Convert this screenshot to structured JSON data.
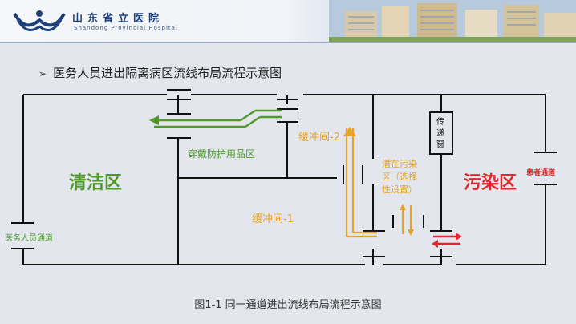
{
  "header": {
    "hospital_name": "山东省立医院",
    "hospital_name_en": "Shandong Provincial Hospital"
  },
  "slide": {
    "title": "医务人员进出隔离病区流线布局流程示意图",
    "caption": "图1-1 同一通道进出流线布局流程示意图"
  },
  "diagram": {
    "clean_zone": "清洁区",
    "ppe_area": "穿戴防护用品区",
    "buffer_1": "缓冲间-1",
    "buffer_2": "缓冲间-2",
    "semi_contaminated": [
      "潜在污染",
      "区（选择",
      "性设置）"
    ],
    "contaminated_zone": "污染区",
    "patient_passage": "患者通道",
    "staff_passage": "医务人员通道",
    "pass_window": [
      "传",
      "递",
      "窗"
    ]
  },
  "colors": {
    "green": "#4e9a2b",
    "red": "#e4262b",
    "orange": "#e8a326",
    "line": "#111111"
  }
}
